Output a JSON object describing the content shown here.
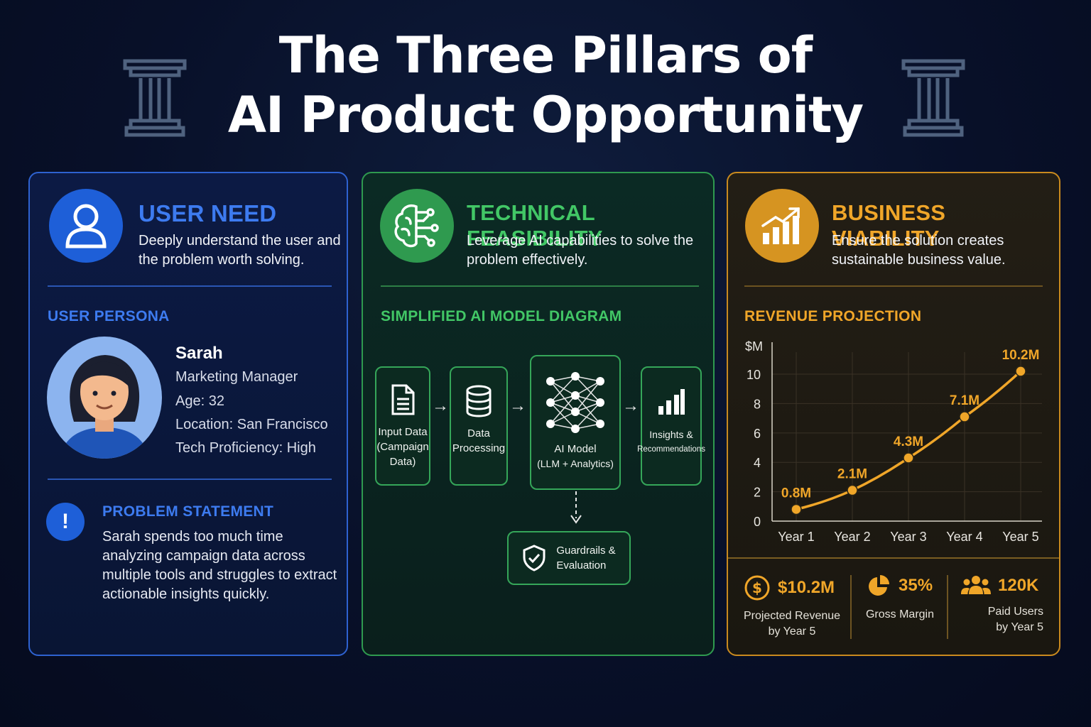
{
  "title_line1": "The Three Pillars of",
  "title_line2": "AI Product Opportunity",
  "user_need": {
    "heading": "USER NEED",
    "subtitle": "Deeply understand the user and the problem worth solving.",
    "persona_label": "USER PERSONA",
    "persona": {
      "name": "Sarah",
      "role": "Marketing Manager",
      "age": "Age: 32",
      "location": "Location: San Francisco",
      "tech": "Tech Proficiency: High"
    },
    "problem_label": "PROBLEM STATEMENT",
    "problem_text": "Sarah spends too much time analyzing campaign data across multiple tools and struggles to extract actionable insights quickly."
  },
  "technical": {
    "heading": "TECHNICAL FEASIBILITY",
    "subtitle": "Leverage AI capabilities to solve the problem effectively.",
    "diagram_label": "SIMPLIFIED AI MODEL DIAGRAM",
    "nodes": {
      "input": [
        "Input Data",
        "(Campaign",
        "Data)"
      ],
      "processing": [
        "Data",
        "Processing"
      ],
      "model": [
        "AI Model",
        "(LLM + Analytics)"
      ],
      "insights": [
        "Insights &",
        "Recommendations"
      ],
      "guardrails": [
        "Guardrails &",
        "Evaluation"
      ]
    }
  },
  "business": {
    "heading": "BUSINESS VIABILITY",
    "subtitle": "Ensure the solution creates sustainable business value.",
    "revenue_label": "REVENUE PROJECTION",
    "stats": [
      {
        "value": "$10.2M",
        "label_l1": "Projected Revenue",
        "label_l2": "by Year 5"
      },
      {
        "value": "35%",
        "label_l1": "Gross Margin",
        "label_l2": ""
      },
      {
        "value": "120K",
        "label_l1": "Paid Users",
        "label_l2": "by Year 5"
      }
    ]
  },
  "chart_data": {
    "type": "line",
    "title": "",
    "ylabel": "$M",
    "xlabel": "",
    "categories": [
      "Year 1",
      "Year 2",
      "Year 3",
      "Year 4",
      "Year 5"
    ],
    "values": [
      0.8,
      2.1,
      4.3,
      7.1,
      10.2
    ],
    "data_labels": [
      "0.8M",
      "2.1M",
      "4.3M",
      "7.1M",
      "10.2M"
    ],
    "yticks": [
      0,
      2,
      4,
      6,
      8,
      10
    ],
    "ylim": [
      0,
      11.5
    ],
    "grid": true,
    "color": "#f0a629"
  },
  "colors": {
    "user": "#3d7bf0",
    "tech": "#42c766",
    "biz": "#f0a629"
  }
}
